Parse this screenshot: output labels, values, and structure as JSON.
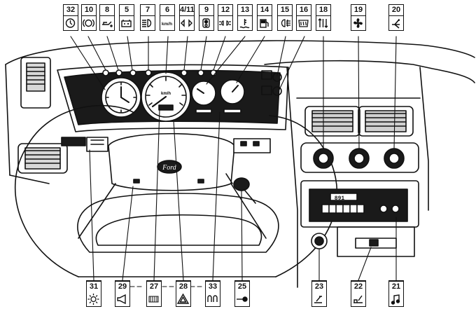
{
  "brand": {
    "badge_text": "Ford"
  },
  "speedo": {
    "unit_label": "km/h"
  },
  "radio": {
    "display_text": "891"
  },
  "colors": {
    "ink": "#111111",
    "paper": "#ffffff",
    "shade": "#cfcfcf"
  },
  "callouts_top": [
    {
      "num": "32",
      "icon": "clock-icon"
    },
    {
      "num": "10",
      "icon": "brake-warning-icon"
    },
    {
      "num": "8",
      "icon": "oil-pressure-icon"
    },
    {
      "num": "5",
      "icon": "battery-charge-icon"
    },
    {
      "num": "7",
      "icon": "main-beam-icon"
    },
    {
      "num": "6",
      "icon": "speedometer-icon",
      "text": "km/h"
    },
    {
      "num": "4/11",
      "icon": "turn-indicator-icon"
    },
    {
      "num": "9",
      "icon": "trailer-indicator-icon"
    },
    {
      "num": "12",
      "icon": "side-lights-icon"
    },
    {
      "num": "13",
      "icon": "coolant-temperature-icon"
    },
    {
      "num": "14",
      "icon": "fuel-gauge-icon"
    },
    {
      "num": "15",
      "icon": "rear-fog-lamp-icon"
    },
    {
      "num": "16",
      "icon": "heated-rear-window-icon"
    },
    {
      "num": "18",
      "icon": "temperature-control-icon"
    },
    {
      "num": "19",
      "icon": "fan-icon"
    },
    {
      "num": "20",
      "icon": "air-distribution-icon"
    }
  ],
  "callouts_bottom": [
    {
      "num": "31",
      "icon": "lighting-switch-icon"
    },
    {
      "num": "29",
      "icon": "horn-icon"
    },
    {
      "num": "27",
      "icon": "heated-rear-window-switch-icon"
    },
    {
      "num": "28",
      "icon": "hazard-warning-icon"
    },
    {
      "num": "33",
      "icon": "glow-plug-icon"
    },
    {
      "num": "25",
      "icon": "ignition-key-icon"
    },
    {
      "num": "23",
      "icon": "cigar-lighter-icon"
    },
    {
      "num": "22",
      "icon": "ashtray-icon"
    },
    {
      "num": "21",
      "icon": "radio-icon"
    }
  ]
}
